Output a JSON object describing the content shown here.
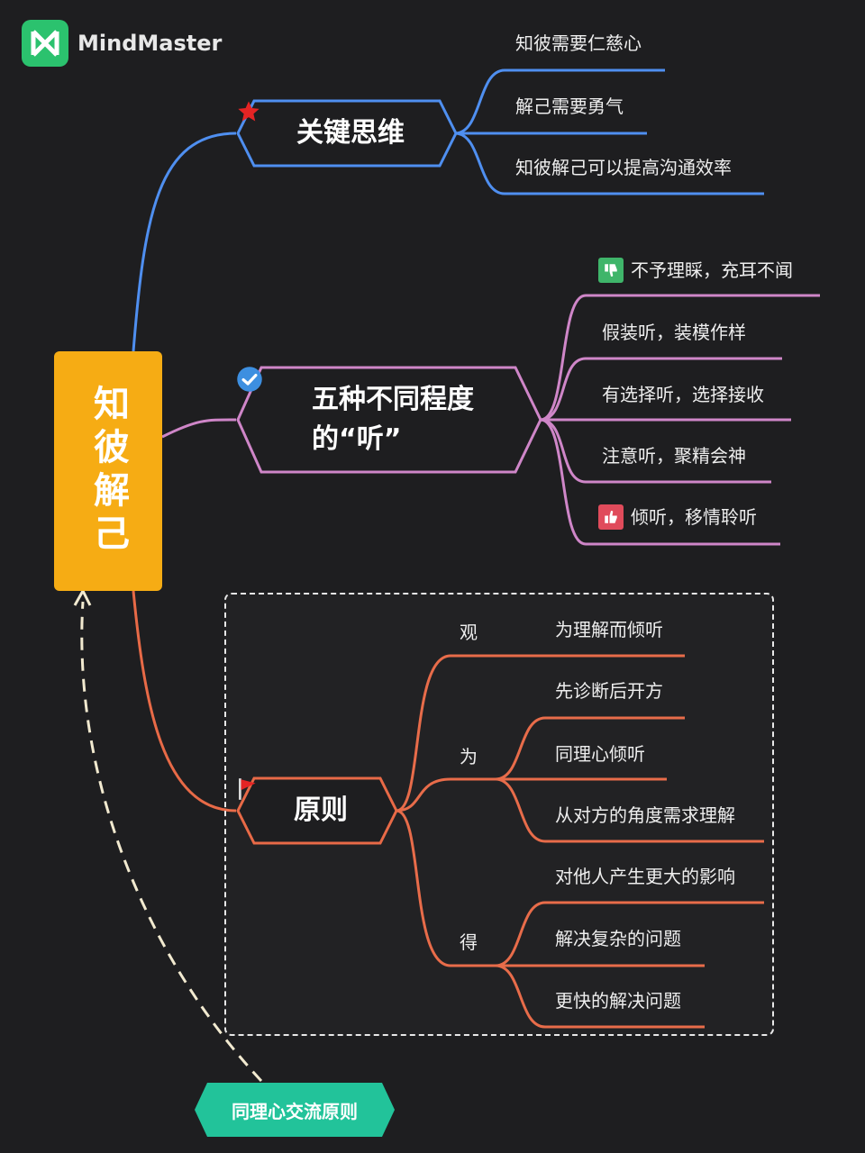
{
  "app": {
    "brand": "MindMaster"
  },
  "root": {
    "title": "知彼解己"
  },
  "branches": {
    "key_thinking": {
      "title": "关键思维",
      "color": "#4f8ff0",
      "items": [
        "知彼需要仁慈心",
        "解己需要勇气",
        "知彼解己可以提高沟通效率"
      ]
    },
    "listening": {
      "title_line1": "五种不同程度",
      "title_line2": "的“听”",
      "color": "#cf86c8",
      "items": [
        "不予理睬，充耳不闻",
        "假装听，装模作样",
        "有选择听，选择接收",
        "注意听，聚精会神",
        "倾听，移情聆听"
      ]
    },
    "principles": {
      "title": "原则",
      "color": "#e86a47",
      "groups": [
        {
          "label": "观",
          "items": [
            "为理解而倾听"
          ]
        },
        {
          "label": "为",
          "items": [
            "先诊断后开方",
            "同理心倾听",
            "从对方的角度需求理解"
          ]
        },
        {
          "label": "得",
          "items": [
            "对他人产生更大的影响",
            "解决复杂的问题",
            "更快的解决问题"
          ]
        }
      ]
    }
  },
  "footer": {
    "tag": "同理心交流原则",
    "color": "#22c39a"
  },
  "icons": {
    "logo": "mindmaster-logo-icon",
    "key_thinking": "red-star-icon",
    "listening": "blue-check-icon",
    "principles": "red-flag-icon",
    "listening_first": "thumbs-down-icon",
    "listening_last": "thumbs-up-icon"
  }
}
